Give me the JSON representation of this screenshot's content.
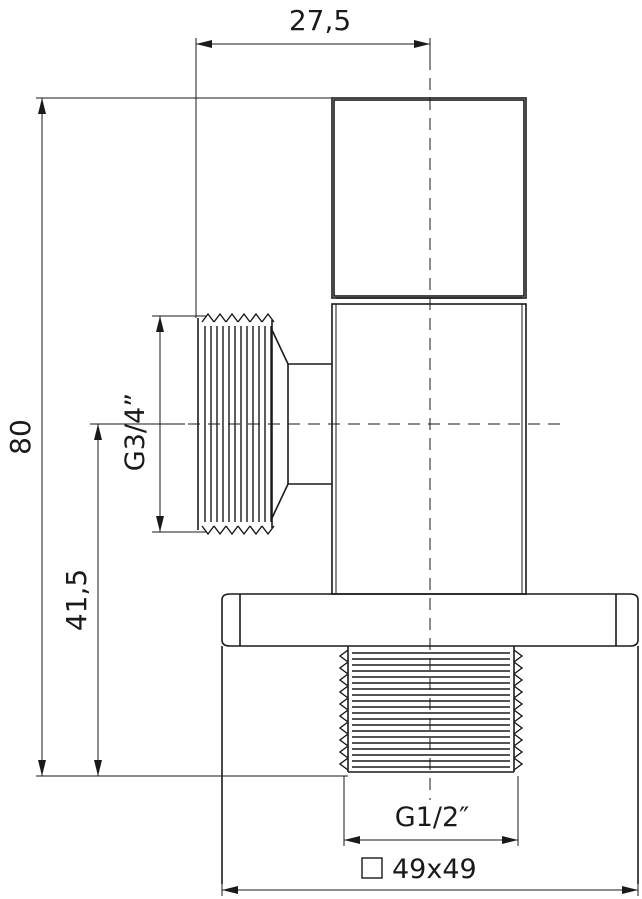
{
  "drawing": {
    "dimensions": {
      "top_width": "27,5",
      "total_height": "80",
      "axis_height": "41,5",
      "side_thread": "G3/4”",
      "bottom_thread": "G1/2″",
      "base_square": "49x49"
    },
    "symbols": {
      "square_symbol": "square-icon"
    }
  }
}
